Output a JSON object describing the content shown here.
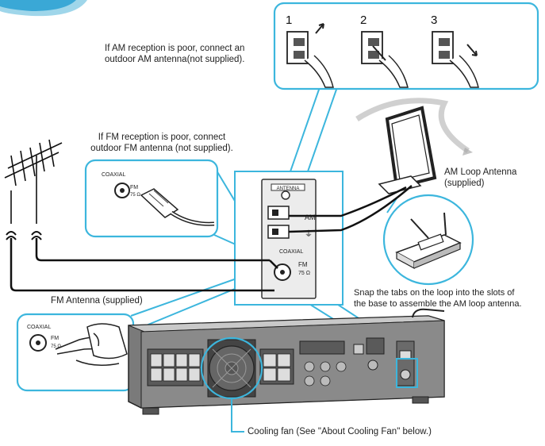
{
  "captions": {
    "am_poor": [
      "If AM reception is poor, connect an",
      "outdoor AM antenna(not supplied)."
    ],
    "fm_poor": [
      "If FM reception is poor, connect",
      "outdoor FM antenna (not supplied)."
    ],
    "am_loop": [
      "AM Loop Antenna",
      "(supplied)"
    ],
    "snap": [
      "Snap the tabs on the loop into the slots of",
      "the base to assemble the AM loop antenna."
    ],
    "fm_antenna": "FM Antenna (supplied)",
    "cooling_fan": "Cooling fan (See \"About Cooling Fan\" below.)"
  },
  "steps": [
    "1",
    "2",
    "3"
  ],
  "labels": {
    "coaxial": "COAXIAL",
    "fm": "FM",
    "ohm": "75 Ω",
    "am": "AM",
    "gnd": "⏚",
    "antenna_panel": "ANTENNA"
  },
  "colors": {
    "callout": "#3cb6dd",
    "line": "#111111",
    "device": "#6b6b6b",
    "device_light": "#c9c9c9",
    "accent_top": "#3aa8d6"
  }
}
